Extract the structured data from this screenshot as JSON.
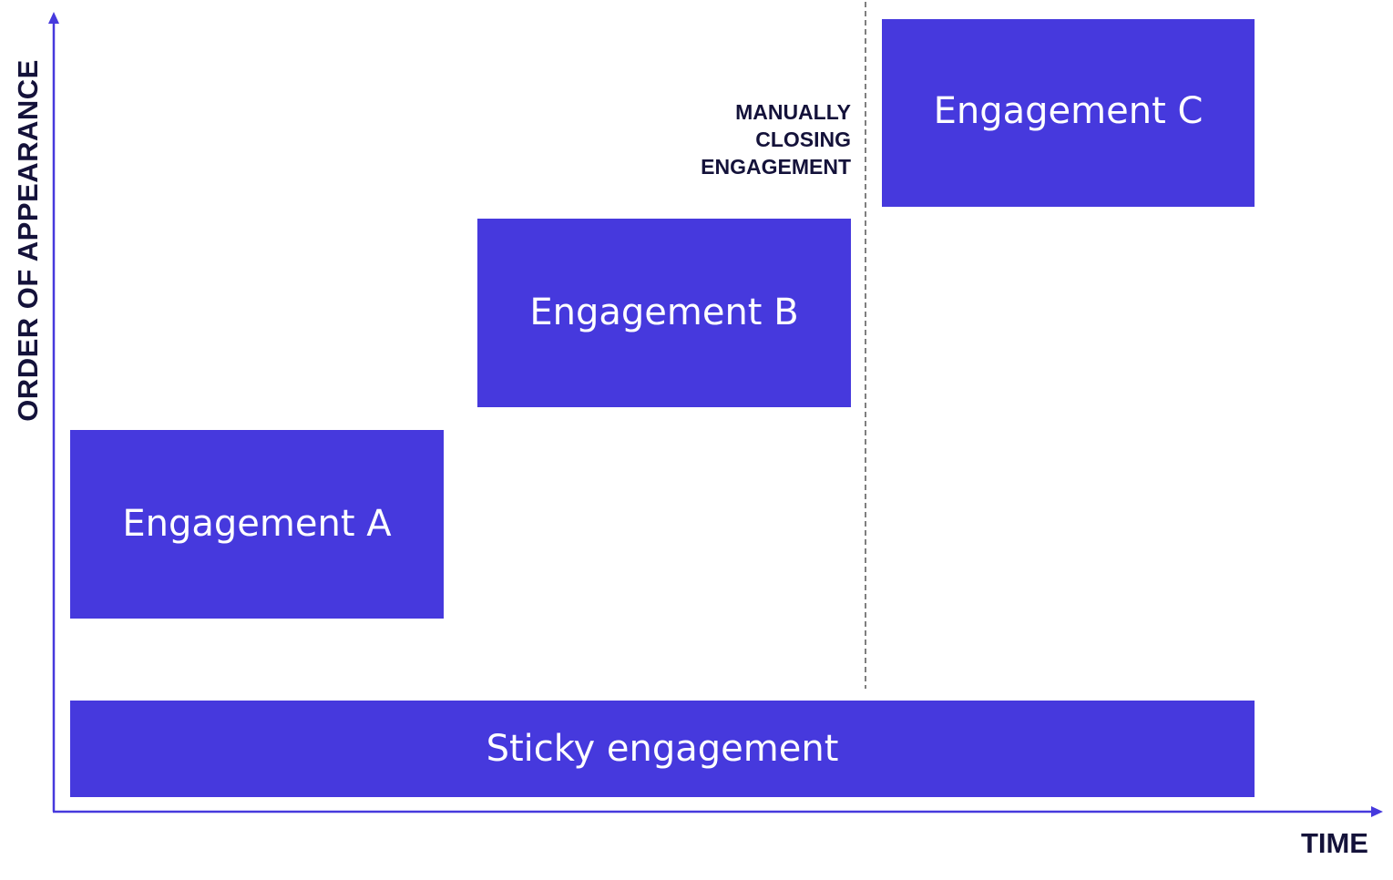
{
  "axes": {
    "y_label": "ORDER OF APPEARANCE",
    "x_label": "TIME",
    "color": "#4639dd"
  },
  "annotation": {
    "lines": [
      "MANUALLY",
      "CLOSING",
      "ENGAGEMENT"
    ]
  },
  "blocks": {
    "a": "Engagement A",
    "b": "Engagement B",
    "c": "Engagement C",
    "sticky": "Sticky engagement"
  },
  "colors": {
    "block_fill": "#4639dd",
    "block_text": "#ffffff",
    "label_text": "#14123a",
    "divider": "#555555"
  }
}
